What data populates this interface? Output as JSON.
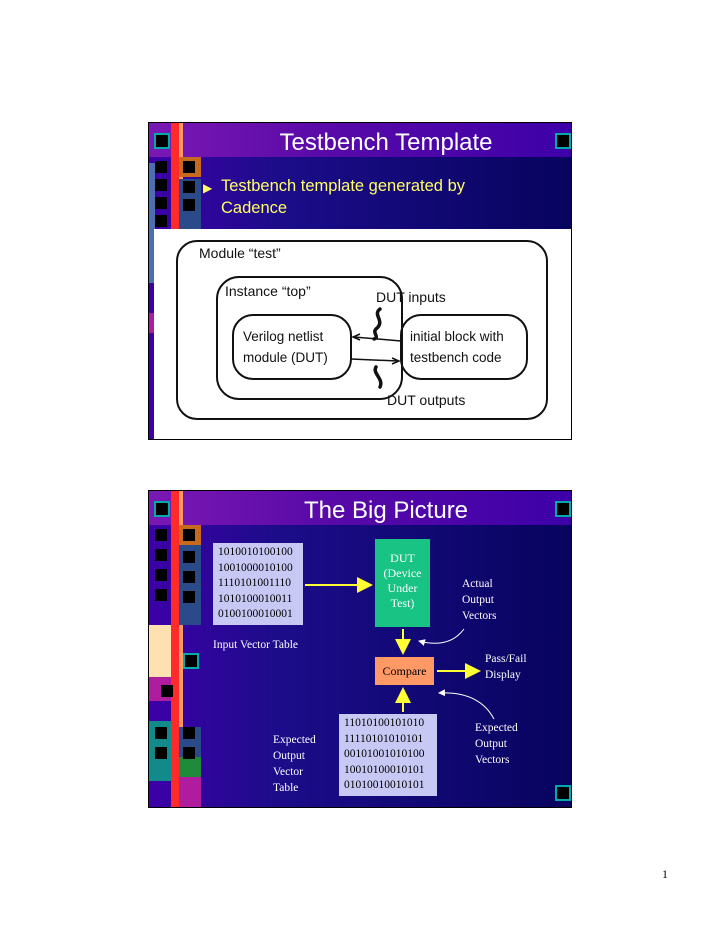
{
  "slide1": {
    "title": "Testbench Template",
    "bullet": "Testbench template generated by Cadence",
    "diagram": {
      "module_label": "Module “test”",
      "instance_label": "Instance “top”",
      "netlist_line1": "Verilog netlist",
      "netlist_line2": "module (DUT)",
      "initial_line1": "initial block with",
      "initial_line2": "testbench code",
      "dut_inputs": "DUT inputs",
      "dut_outputs": "DUT outputs"
    }
  },
  "slide2": {
    "title": "The Big Picture",
    "input_vectors": [
      "1010010100100",
      "1001000010100",
      "1110101001110",
      "1010100010011",
      "0100100010001"
    ],
    "input_label": "Input Vector Table",
    "dut_lines": [
      "DUT",
      "(Device",
      "Under",
      "Test)"
    ],
    "actual_label": [
      "Actual",
      "Output",
      "Vectors"
    ],
    "compare_label": "Compare",
    "passfail_label": [
      "Pass/Fail",
      "Display"
    ],
    "expected_vectors": [
      "11010100101010",
      "11110101010101",
      "00101001010100",
      "10010100010101",
      "01010010010101"
    ],
    "expected_label_left": [
      "Expected",
      "Output",
      "Vector",
      "Table"
    ],
    "expected_label_right": [
      "Expected",
      "Output",
      "Vectors"
    ]
  },
  "page_number": "1"
}
